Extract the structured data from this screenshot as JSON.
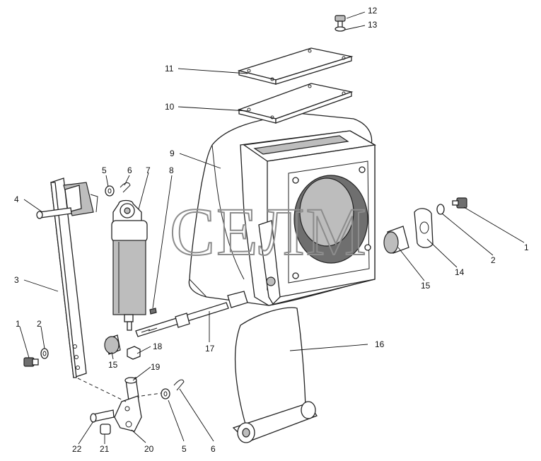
{
  "watermark": "СЕЛМ",
  "callouts": [
    {
      "id": "c12",
      "number": "12"
    },
    {
      "id": "c13",
      "number": "13"
    },
    {
      "id": "c11",
      "number": "11"
    },
    {
      "id": "c10",
      "number": "10"
    },
    {
      "id": "c9",
      "number": "9"
    },
    {
      "id": "c8",
      "number": "8"
    },
    {
      "id": "c7",
      "number": "7"
    },
    {
      "id": "c6a",
      "number": "6"
    },
    {
      "id": "c5a",
      "number": "5"
    },
    {
      "id": "c4",
      "number": "4"
    },
    {
      "id": "c3",
      "number": "3"
    },
    {
      "id": "c2a",
      "number": "2"
    },
    {
      "id": "c1a",
      "number": "1"
    },
    {
      "id": "c1b",
      "number": "1"
    },
    {
      "id": "c2b",
      "number": "2"
    },
    {
      "id": "c14",
      "number": "14"
    },
    {
      "id": "c15a",
      "number": "15"
    },
    {
      "id": "c15b",
      "number": "15"
    },
    {
      "id": "c16",
      "number": "16"
    },
    {
      "id": "c17",
      "number": "17"
    },
    {
      "id": "c18",
      "number": "18"
    },
    {
      "id": "c19",
      "number": "19"
    },
    {
      "id": "c20",
      "number": "20"
    },
    {
      "id": "c21",
      "number": "21"
    },
    {
      "id": "c22",
      "number": "22"
    },
    {
      "id": "c5b",
      "number": "5"
    },
    {
      "id": "c6b",
      "number": "6"
    }
  ]
}
